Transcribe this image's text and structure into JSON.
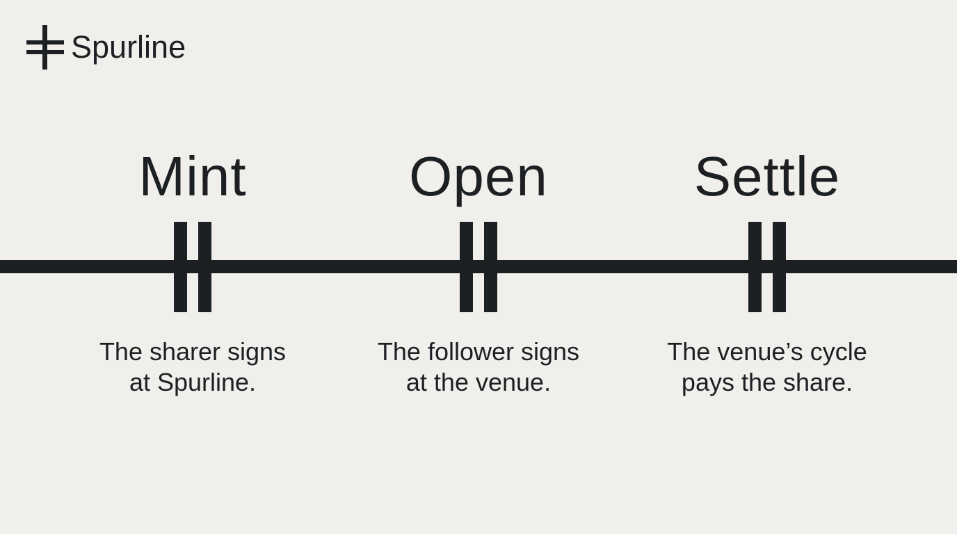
{
  "brand": {
    "name": "Spurline",
    "icon": "double-cross-icon"
  },
  "colors": {
    "background": "#f0efeb",
    "ink": "#1d2023"
  },
  "stages": [
    {
      "title": "Mint",
      "caption_line1": "The sharer signs",
      "caption_line2": "at Spurline.",
      "marker_icon": "double-bar-marker-icon"
    },
    {
      "title": "Open",
      "caption_line1": "The follower signs",
      "caption_line2": "at the venue.",
      "marker_icon": "double-bar-marker-icon"
    },
    {
      "title": "Settle",
      "caption_line1": "The venue’s cycle",
      "caption_line2": "pays the share.",
      "marker_icon": "double-bar-marker-icon"
    }
  ]
}
